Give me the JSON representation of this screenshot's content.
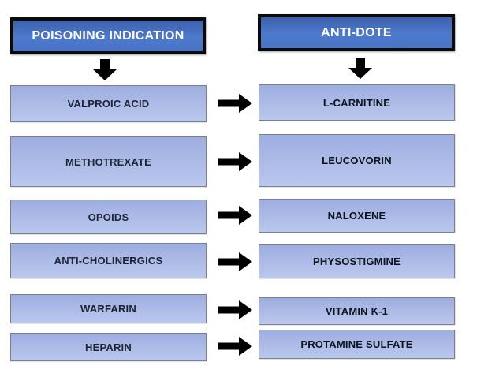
{
  "headers": {
    "indication": "POISONING INDICATION",
    "antidote": "ANTI-DOTE"
  },
  "rows": [
    {
      "indication": "VALPROIC ACID",
      "antidote": "L-CARNITINE"
    },
    {
      "indication": "METHOTREXATE",
      "antidote": "LEUCOVORIN"
    },
    {
      "indication": "OPOIDS",
      "antidote": "NALOXENE"
    },
    {
      "indication": "ANTI-CHOLINERGICS",
      "antidote": "PHYSOSTIGMINE"
    },
    {
      "indication": "WARFARIN",
      "antidote": "VITAMIN K-1"
    },
    {
      "indication": "HEPARIN",
      "antidote": "PROTAMINE SULFATE"
    }
  ],
  "colors": {
    "header_fill_top": "#3c60ae",
    "header_fill_bottom": "#4873c6",
    "header_border": "#0b0b0b",
    "header_text": "#ffffff",
    "item_fill_top": "#9dade0",
    "item_fill_bottom": "#bac7ee",
    "item_border": "#7b7f8a",
    "indication_text": "#1e2433",
    "antidote_text": "#10141d",
    "arrow": "#000000",
    "background": "#ffffff"
  }
}
